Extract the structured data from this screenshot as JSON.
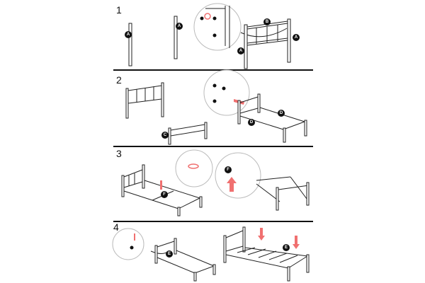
{
  "title": "Bed frame assembly instructions",
  "accent_color": "#f07070",
  "steps": [
    {
      "number": "1",
      "part_labels": [
        "A",
        "A",
        "B",
        "A",
        "A"
      ]
    },
    {
      "number": "2",
      "part_labels": [
        "C",
        "D",
        "D"
      ]
    },
    {
      "number": "3",
      "part_labels": [
        "F",
        "F"
      ]
    },
    {
      "number": "4",
      "part_labels": [
        "E",
        "E"
      ]
    }
  ]
}
